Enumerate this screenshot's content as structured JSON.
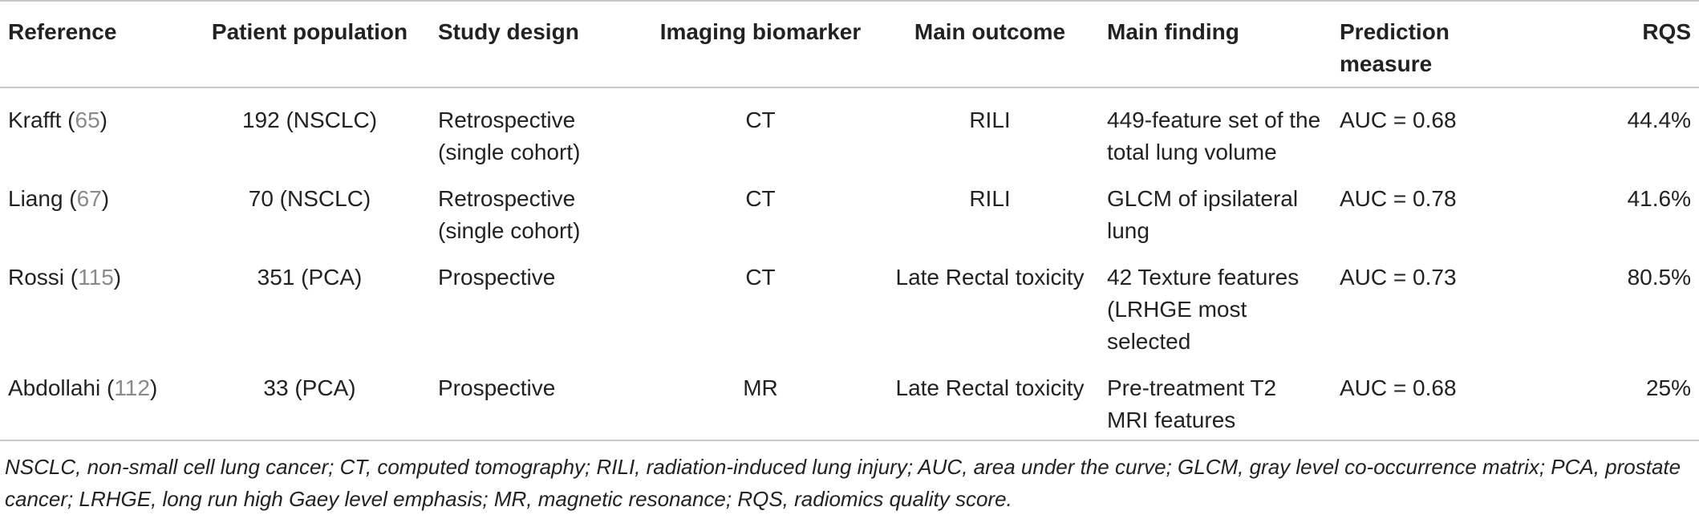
{
  "table": {
    "headers": [
      "Reference",
      "Patient population",
      "Study design",
      "Imaging biomarker",
      "Main outcome",
      "Main finding",
      "Prediction measure",
      "RQS"
    ],
    "rows": [
      {
        "author": "Krafft",
        "ref": "65",
        "population": "192 (NSCLC)",
        "design": "Retrospective (single cohort)",
        "biomarker": "CT",
        "outcome": "RILI",
        "finding": "449-feature set of the total lung volume",
        "measure": "AUC = 0.68",
        "rqs": "44.4%"
      },
      {
        "author": "Liang",
        "ref": "67",
        "population": "70 (NSCLC)",
        "design": "Retrospective (single cohort)",
        "biomarker": "CT",
        "outcome": "RILI",
        "finding": "GLCM of ipsilateral lung",
        "measure": "AUC = 0.78",
        "rqs": "41.6%"
      },
      {
        "author": "Rossi",
        "ref": "115",
        "population": "351 (PCA)",
        "design": "Prospective",
        "biomarker": "CT",
        "outcome": "Late Rectal toxicity",
        "finding": "42 Texture features (LRHGE most selected",
        "measure": "AUC = 0.73",
        "rqs": "80.5%"
      },
      {
        "author": "Abdollahi",
        "ref": "112",
        "population": "33 (PCA)",
        "design": "Prospective",
        "biomarker": "MR",
        "outcome": "Late Rectal toxicity",
        "finding": "Pre-treatment T2 MRI features",
        "measure": "AUC = 0.68",
        "rqs": "25%"
      }
    ]
  },
  "footnote": "NSCLC, non-small cell lung cancer; CT, computed tomography; RILI, radiation-induced lung injury; AUC, area under the curve; GLCM, gray level co-occurrence matrix; PCA, prostate cancer; LRHGE, long run high Gaey level emphasis; MR, magnetic resonance; RQS, radiomics quality score."
}
